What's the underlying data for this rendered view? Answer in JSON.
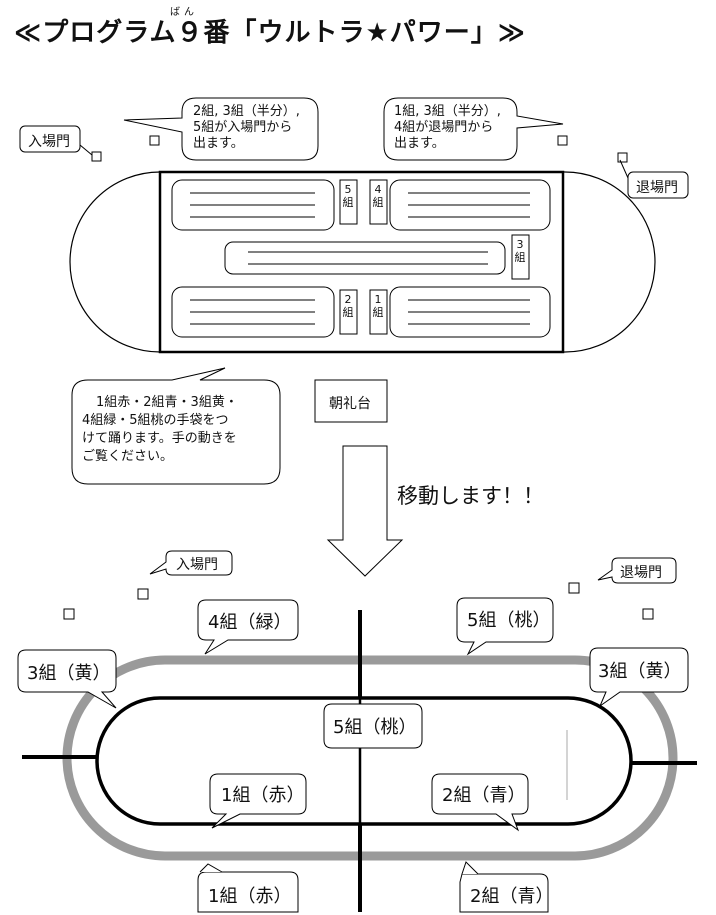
{
  "title": "≪プログラム９番「ウルトラ★パワー」≫",
  "title_ruby": "ばん",
  "top_diagram": {
    "entrance_gate": "入場門",
    "exit_gate": "退場門",
    "callout_entry": [
      "2組, 3組（半分）,",
      "5組が入場門から",
      "出ます。"
    ],
    "callout_exit": [
      "1組, 3組（半分）,",
      "4組が退場門から",
      "出ます。"
    ],
    "class_labels": {
      "c5": "5組",
      "c4": "4組",
      "c3": "3組",
      "c2": "2組",
      "c1": "1組"
    },
    "podium": "朝礼台",
    "callout_gloves": [
      "1組赤・2組青・3組黄・",
      "4組緑・5組桃の手袋をつ",
      "けて踊ります。手の動きを",
      "ご覧ください。"
    ]
  },
  "move_text": "移動します！！",
  "bottom_diagram": {
    "entrance_gate": "入場門",
    "exit_gate": "退場門",
    "labels": {
      "c4_green": "4組（緑）",
      "c5_pink_top": "5組（桃）",
      "c3_yellow_left": "3組（黄）",
      "c3_yellow_right": "3組（黄）",
      "c5_pink_center": "5組（桃）",
      "c1_red_inner": "1組（赤）",
      "c2_blue_inner": "2組（青）",
      "c1_red_bottom": "1組（赤）",
      "c2_blue_bottom": "2組（青）"
    }
  },
  "colors": {
    "track_gray": "#9a9a9a",
    "line": "#000000"
  }
}
